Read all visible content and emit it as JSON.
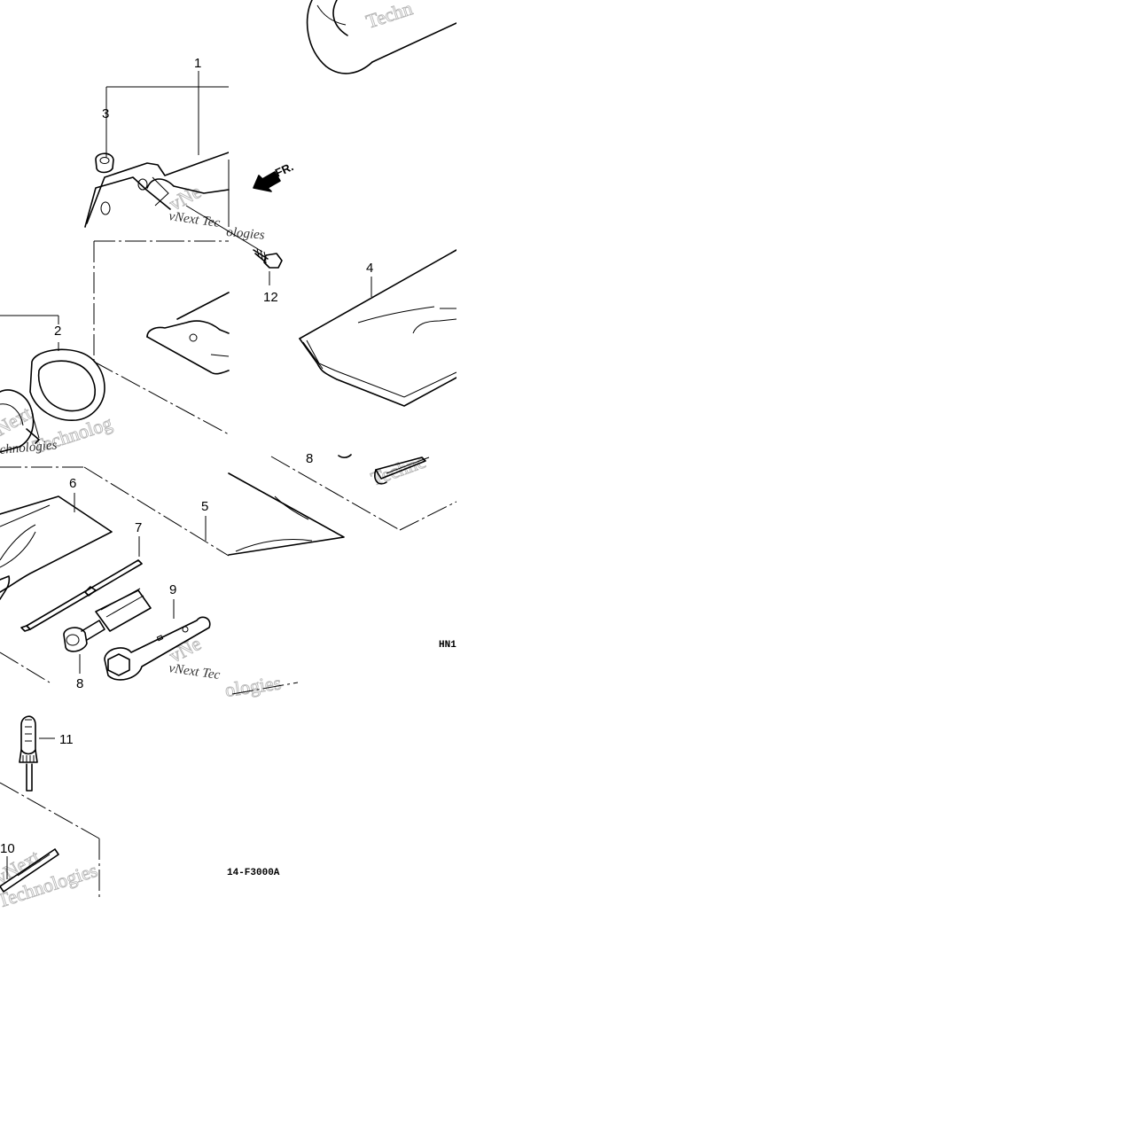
{
  "callouts": {
    "c1": "1",
    "c2": "2",
    "c3": "3",
    "c4": "4",
    "c5": "5",
    "c6": "6",
    "c7": "7",
    "c8a": "8",
    "c8b": "8",
    "c9": "9",
    "c10": "10",
    "c11": "11",
    "c12": "12"
  },
  "direction_label": "FR.",
  "codes": {
    "code_bottom": "14-F3000A",
    "code_right": "HN1"
  },
  "watermark": {
    "brand_a": "vNext Tec",
    "brand_b": "Technologies",
    "brand_c": "Techn",
    "brand_d": "Technc",
    "brand_e": "Technologies",
    "brand_f": "Next",
    "brand_g": "vNe",
    "brand_h": "vNe",
    "brand_i": "ologies",
    "brand_j": "Technolog",
    "brand_k": "vNext",
    "brand_l": "Technologies",
    "brand_m": "chnologies",
    "brand_n": "ologies"
  }
}
